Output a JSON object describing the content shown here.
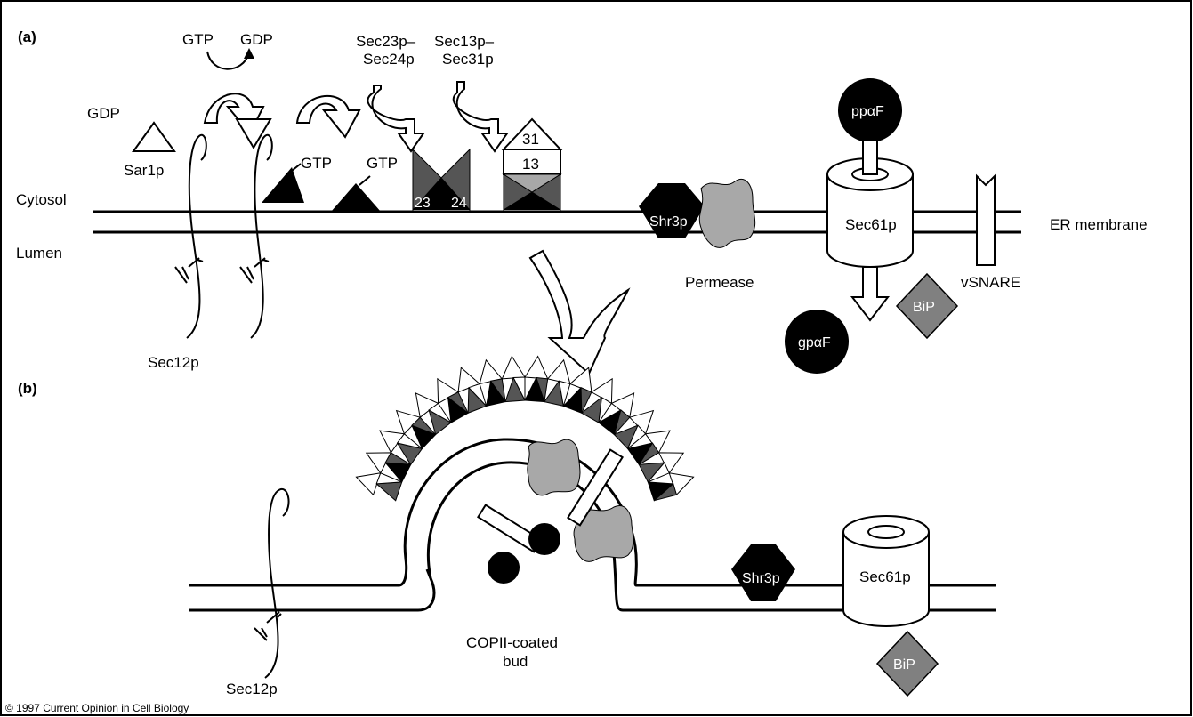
{
  "panels": {
    "a": "(a)",
    "b": "(b)"
  },
  "compartments": {
    "cytosol": "Cytosol",
    "lumen": "Lumen",
    "er_membrane": "ER membrane"
  },
  "gtp_cycle": {
    "gtp_top": "GTP",
    "gdp_top": "GDP",
    "gdp_left": "GDP",
    "sar1p": "Sar1p",
    "gtp_bound_1": "GTP",
    "gtp_bound_2": "GTP"
  },
  "coat": {
    "sec23_24_line1": "Sec23p–",
    "sec23_24_line2": "Sec24p",
    "sec13_31_line1": "Sec13p–",
    "sec13_31_line2": "Sec31p",
    "sub23": "23",
    "sub24": "24",
    "sub31": "31",
    "sub13": "13"
  },
  "proteins": {
    "sec12p_a": "Sec12p",
    "sec12p_b": "Sec12p",
    "shr3p_a": "Shr3p",
    "shr3p_b": "Shr3p",
    "permease": "Permease",
    "sec61p_a": "Sec61p",
    "sec61p_b": "Sec61p",
    "pp_alpha_f": "ppαF",
    "gp_alpha_f": "gpαF",
    "bip_a": "BiP",
    "bip_b": "BiP",
    "vsnare": "vSNARE"
  },
  "bud": {
    "line1": "COPII-coated",
    "line2": "bud"
  },
  "copyright": "© 1997 Current Opinion in Cell Biology",
  "colors": {
    "dark_gray": "#555555",
    "light_gray": "#a8a8a8",
    "bip_gray": "#808080",
    "black": "#000000"
  }
}
